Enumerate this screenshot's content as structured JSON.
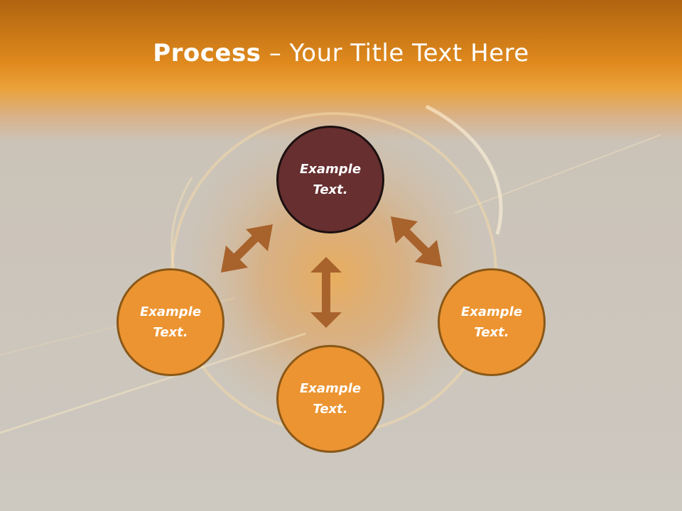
{
  "title": {
    "bold": "Process",
    "rest": " – Your Title Text Here"
  },
  "nodes": {
    "top": {
      "line1": "Example",
      "line2": "Text."
    },
    "left": {
      "line1": "Example",
      "line2": "Text."
    },
    "bottom": {
      "line1": "Example",
      "line2": "Text."
    },
    "right": {
      "line1": "Example",
      "line2": "Text."
    }
  },
  "colors": {
    "header_orange": "#e08a1e",
    "node_dark": "#672f30",
    "node_orange": "#ec9432",
    "arrow": "#a8622c"
  }
}
